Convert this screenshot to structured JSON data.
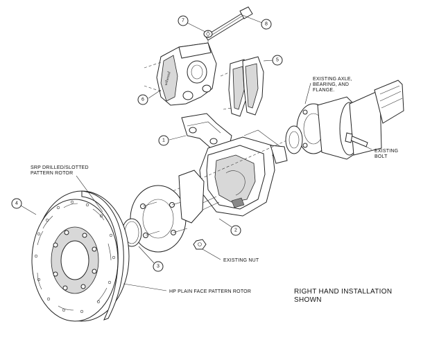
{
  "callouts": {
    "c1": "1",
    "c2": "2",
    "c3": "3",
    "c4": "4",
    "c5": "5",
    "c6": "6",
    "c7": "7",
    "c8": "8"
  },
  "labels": {
    "existing_axle_line1": "EXISTING AXLE,",
    "existing_axle_line2": "BEARING, AND",
    "existing_axle_line3": "FLANGE.",
    "existing_bolt_line1": "EXISTING",
    "existing_bolt_line2": "BOLT",
    "srp_rotor_line1": "SRP DRILLED/SLOTTED",
    "srp_rotor_line2": "PATTERN ROTOR",
    "existing_nut": "EXISTING NUT",
    "hp_rotor": "HP PLAIN FACE PATTERN ROTOR",
    "install_note_line1": "RIGHT HAND INSTALLATION",
    "install_note_line2": "SHOWN"
  }
}
